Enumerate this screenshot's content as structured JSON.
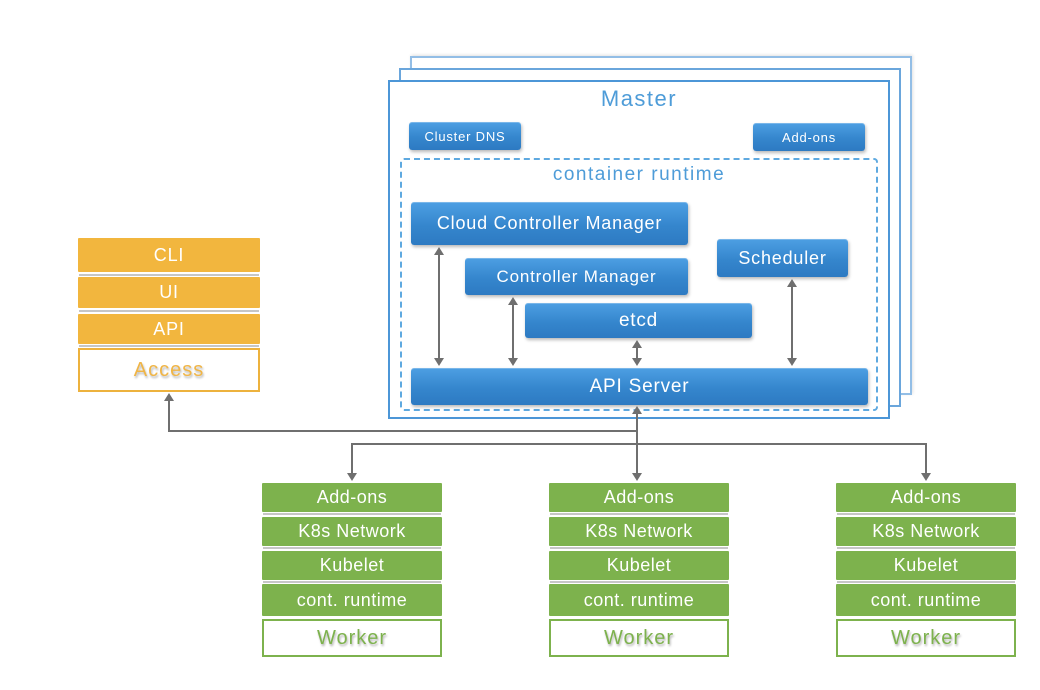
{
  "master": {
    "title": "Master",
    "cluster_dns_label": "Cluster DNS",
    "addons_label": "Add-ons",
    "container_runtime_label": "container runtime",
    "cloud_controller_manager_label": "Cloud Controller Manager",
    "controller_manager_label": "Controller Manager",
    "scheduler_label": "Scheduler",
    "etcd_label": "etcd",
    "api_server_label": "API Server"
  },
  "access_panel": {
    "rows": [
      "CLI",
      "UI",
      "API"
    ],
    "label": "Access"
  },
  "worker_node": {
    "rows": [
      "Add-ons",
      "K8s Network",
      "Kubelet",
      "cont. runtime"
    ],
    "label": "Worker"
  },
  "worker_count": "3",
  "colors": {
    "blue_box_top": "#4d9fe3",
    "blue_box_bottom": "#2d7ac2",
    "blue_border": "#4c96d7",
    "blue_dashed_border": "#5ea9e0",
    "blue_heading_text": "#4e9cd8",
    "orange_fill": "#f2b63e",
    "orange_text": "#f0b546",
    "green_fill": "#7db24d",
    "arrow_gray": "#6f6f6f",
    "separator_gray": "#c6c6c6",
    "box_text_white": "#ffffff"
  }
}
